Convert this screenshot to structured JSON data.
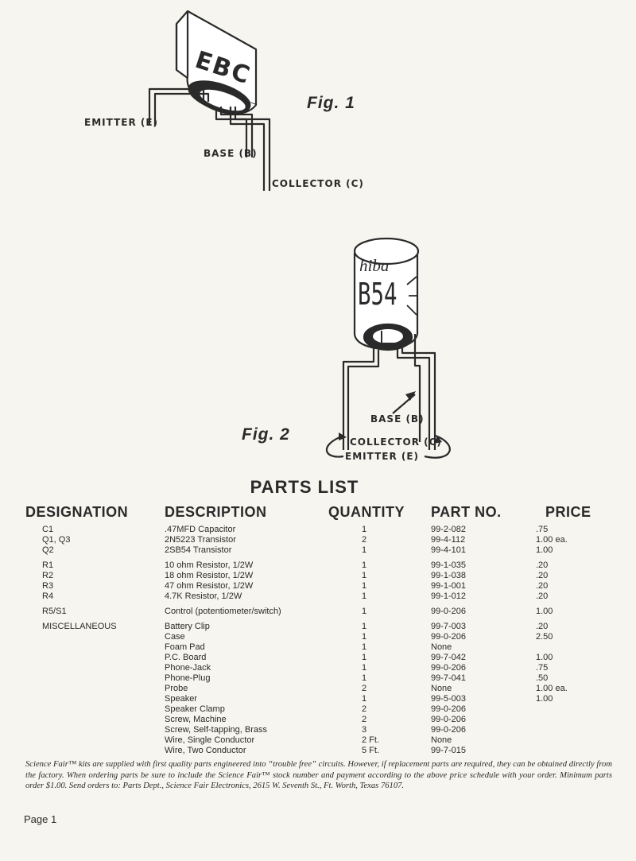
{
  "figure1": {
    "marking": "EBC",
    "caption": "Fig. 1",
    "emitter_label": "EMITTER (E)",
    "base_label": "BASE (B)",
    "collector_label": "COLLECTOR (C)"
  },
  "figure2": {
    "marking_brand": "hiba",
    "marking_part": "B54",
    "caption": "Fig. 2",
    "base_label": "BASE (B)",
    "collector_label": "COLLECTOR (C)",
    "emitter_label": "EMITTER (E)"
  },
  "parts_list": {
    "title": "PARTS LIST",
    "headers": {
      "designation": "DESIGNATION",
      "description": "DESCRIPTION",
      "quantity": "QUANTITY",
      "part_no": "PART NO.",
      "price": "PRICE"
    },
    "rows": [
      {
        "designation": "C1",
        "description": ".47MFD Capacitor",
        "quantity": "1",
        "part_no": "99-2-082",
        "price": ".75"
      },
      {
        "designation": "Q1, Q3",
        "description": "2N5223 Transistor",
        "quantity": "2",
        "part_no": "99-4-112",
        "price": "1.00 ea."
      },
      {
        "designation": "Q2",
        "description": "2SB54 Transistor",
        "quantity": "1",
        "part_no": "99-4-101",
        "price": "1.00"
      },
      {
        "designation": "R1",
        "description": "10 ohm Resistor, 1/2W",
        "quantity": "1",
        "part_no": "99-1-035",
        "price": ".20"
      },
      {
        "designation": "R2",
        "description": "18 ohm Resistor, 1/2W",
        "quantity": "1",
        "part_no": "99-1-038",
        "price": ".20"
      },
      {
        "designation": "R3",
        "description": "47 ohm Resistor, 1/2W",
        "quantity": "1",
        "part_no": "99-1-001",
        "price": ".20"
      },
      {
        "designation": "R4",
        "description": "4.7K Resistor, 1/2W",
        "quantity": "1",
        "part_no": "99-1-012",
        "price": ".20"
      },
      {
        "designation": "R5/S1",
        "description": "Control (potentiometer/switch)",
        "quantity": "1",
        "part_no": "99-0-206",
        "price": "1.00"
      },
      {
        "designation": "MISCELLANEOUS",
        "description": "Battery Clip",
        "quantity": "1",
        "part_no": "99-7-003",
        "price": ".20"
      },
      {
        "designation": "",
        "description": "Case",
        "quantity": "1",
        "part_no": "99-0-206",
        "price": "2.50"
      },
      {
        "designation": "",
        "description": "Foam Pad",
        "quantity": "1",
        "part_no": "None",
        "price": ""
      },
      {
        "designation": "",
        "description": "P.C. Board",
        "quantity": "1",
        "part_no": "99-7-042",
        "price": "1.00"
      },
      {
        "designation": "",
        "description": "Phone-Jack",
        "quantity": "1",
        "part_no": "99-0-206",
        "price": ".75"
      },
      {
        "designation": "",
        "description": "Phone-Plug",
        "quantity": "1",
        "part_no": "99-7-041",
        "price": ".50"
      },
      {
        "designation": "",
        "description": "Probe",
        "quantity": "2",
        "part_no": "None",
        "price": "1.00 ea."
      },
      {
        "designation": "",
        "description": "Speaker",
        "quantity": "1",
        "part_no": "99-5-003",
        "price": "1.00"
      },
      {
        "designation": "",
        "description": "Speaker Clamp",
        "quantity": "2",
        "part_no": "99-0-206",
        "price": ""
      },
      {
        "designation": "",
        "description": "Screw, Machine",
        "quantity": "2",
        "part_no": "99-0-206",
        "price": ""
      },
      {
        "designation": "",
        "description": "Screw, Self-tapping, Brass",
        "quantity": "3",
        "part_no": "99-0-206",
        "price": ""
      },
      {
        "designation": "",
        "description": "Wire, Single Conductor",
        "quantity": "2 Ft.",
        "part_no": "None",
        "price": ""
      },
      {
        "designation": "",
        "description": "Wire, Two Conductor",
        "quantity": "5 Ft.",
        "part_no": "99-7-015",
        "price": ""
      }
    ]
  },
  "footnote": "Science Fair™ kits are supplied with first quality parts engineered into “trouble free” circuits. However, if replacement parts are required, they can be obtained directly from the factory. When ordering parts be sure to include the Science Fair™ stock number and payment according to the above price schedule with your order. Minimum parts order $1.00. Send orders to: Parts Dept., Science Fair Electronics, 2615 W. Seventh St., Ft. Worth, Texas 76107.",
  "page_label": "Page 1",
  "colors": {
    "ink": "#2a2a2a",
    "paper": "#f7f5ef"
  }
}
